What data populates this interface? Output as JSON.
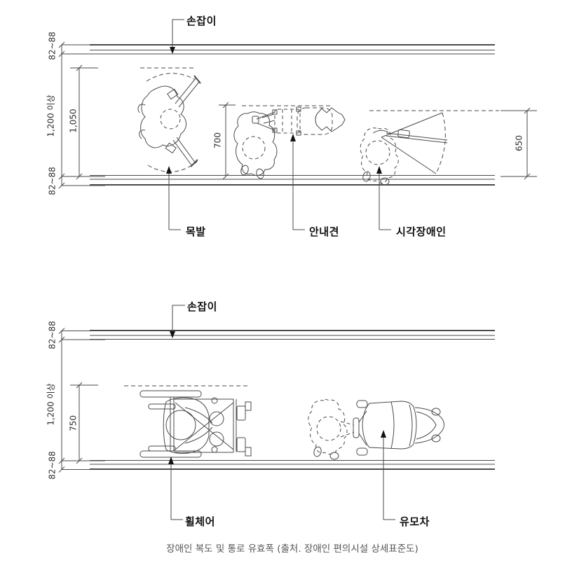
{
  "page": {
    "caption": "장애인 복도 및 통로 유효폭 (출처. 장애인 편의시설 상세표준도)"
  },
  "colors": {
    "line": "#4a4a4a",
    "text": "#2f2f2f",
    "label": "#111111",
    "caption": "#555555"
  },
  "diagram_top": {
    "handrail_label": "손잡이",
    "dims": {
      "rail_offset_top": "82~88",
      "rail_offset_bottom": "82~88",
      "corridor_min": "1,200 이상",
      "crutch_clear_width": "1,050",
      "guide_dog_width": "700",
      "cane_sweep_width": "650"
    },
    "figure_labels": {
      "crutches": "목발",
      "guide_dog": "안내견",
      "visually_impaired": "시각장애인"
    }
  },
  "diagram_bottom": {
    "handrail_label": "손잡이",
    "dims": {
      "rail_offset_top": "82~88",
      "rail_offset_bottom": "82~88",
      "corridor_min": "1,200 이상",
      "wheelchair_width": "750"
    },
    "figure_labels": {
      "wheelchair": "휠체어",
      "stroller": "유모차"
    }
  }
}
